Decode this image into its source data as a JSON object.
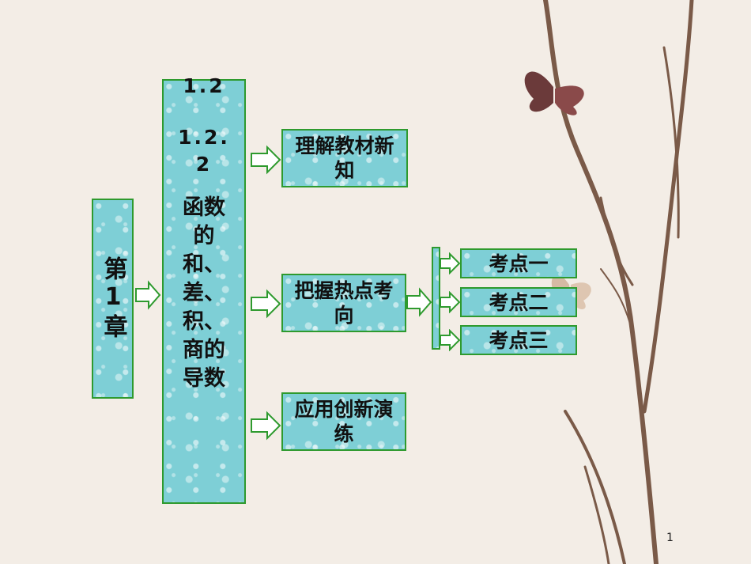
{
  "chapter": "第1章",
  "section_number": "1.2",
  "subsection_number": "1.2.2",
  "section_title": "函数的和、差、积、商的导数",
  "branches": [
    {
      "label": "理解教材新知"
    },
    {
      "label": "把握热点考向"
    },
    {
      "label": "应用创新演练"
    }
  ],
  "sub_branches": [
    {
      "label": "考点一"
    },
    {
      "label": "考点二"
    },
    {
      "label": "考点三"
    }
  ],
  "page_number": "1",
  "colors": {
    "box_fill": "#7ecfd6",
    "border": "#2e9a2e",
    "arrow": "#2e9a2e"
  }
}
